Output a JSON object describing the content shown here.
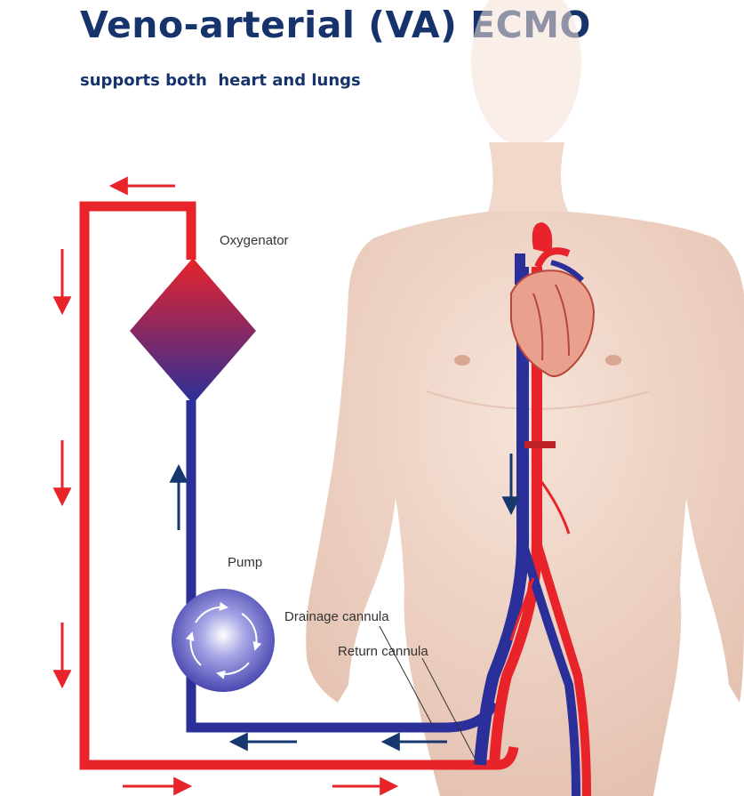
{
  "header": {
    "title": "Veno-arterial (VA) ECMO",
    "subtitle": "supports both  heart and lungs"
  },
  "labels": {
    "oxygenator": "Oxygenator",
    "pump": "Pump",
    "drainage_cannula": "Drainage cannula",
    "return_cannula": "Return cannula"
  },
  "colors": {
    "title": "#16346b",
    "arterial_red": "#e8232a",
    "venous_blue": "#2b2f9a",
    "arrow_navy": "#17386e",
    "skin": "#efd3c4"
  },
  "icons": {
    "oxygenator": "diamond-gradient-icon",
    "pump": "circular-pump-icon",
    "flow_arrow": "flow-arrow-icon"
  }
}
